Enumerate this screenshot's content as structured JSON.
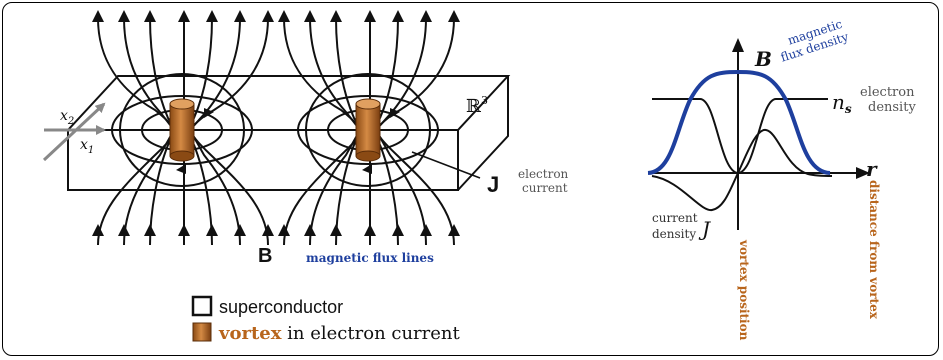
{
  "colors": {
    "ink": "#111111",
    "blue": "#1e3f9e",
    "orange": "#b8651c",
    "vortex_fill": "#c2702a",
    "grey": "#555555",
    "axis_grey": "#888888"
  },
  "left": {
    "label_x2": "x",
    "label_x2_sub": "2",
    "label_x1": "x",
    "label_x1_sub": "1",
    "label_r3": "ℝ",
    "label_r3_sup": "3",
    "label_J": "J",
    "label_J_text_1": "electron",
    "label_J_text_2": "current",
    "label_B": "B",
    "label_B_text": "magnetic flux lines"
  },
  "legend": {
    "superconductor": "superconductor",
    "vortex_word": "vortex",
    "vortex_rest": " in electron current"
  },
  "right": {
    "label_B": "B",
    "flux_density_1": "magnetic",
    "flux_density_2": "flux density",
    "label_ns": "n",
    "label_ns_sub": "s",
    "electron_density_1": "electron",
    "electron_density_2": "density",
    "label_r": "r",
    "distance_from_vortex": "distance from vortex",
    "vortex_position": "vortex position",
    "current_density_1": "current",
    "current_density_2": "density",
    "label_J": "J"
  }
}
